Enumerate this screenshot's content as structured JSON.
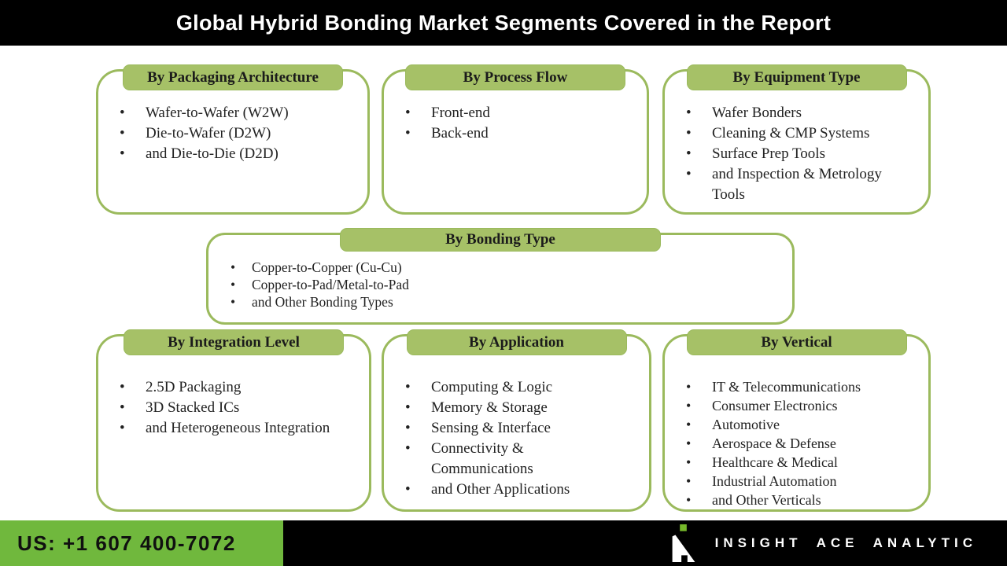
{
  "title": "Global Hybrid Bonding Market Segments Covered in the Report",
  "colors": {
    "bar_black": "#000000",
    "tab_green": "#a6c167",
    "box_border_green": "#9bba5d",
    "footer_green": "#70b83d",
    "header_text": "#1b1b1b",
    "body_text": "#222222",
    "title_text": "#ffffff",
    "brand_text": "#ffffff",
    "logo_green": "#76b82a",
    "canvas_bg": "#ffffff"
  },
  "boxes": [
    {
      "header": "By Packaging Architecture",
      "items": [
        "Wafer-to-Wafer (W2W)",
        "Die-to-Wafer (D2W)",
        "and Die-to-Die (D2D)"
      ]
    },
    {
      "header": "By Process Flow",
      "items": [
        "Front-end",
        "Back-end"
      ]
    },
    {
      "header": "By Equipment Type",
      "items": [
        "Wafer Bonders",
        "Cleaning & CMP Systems",
        "Surface Prep Tools",
        "and Inspection & Metrology Tools"
      ]
    },
    {
      "header": "By Bonding Type",
      "items": [
        "Copper-to-Copper (Cu-Cu)",
        "Copper-to-Pad/Metal-to-Pad",
        "and Other Bonding Types"
      ]
    },
    {
      "header": "By Integration Level",
      "items": [
        "2.5D Packaging",
        "3D Stacked ICs",
        "and Heterogeneous Integration"
      ]
    },
    {
      "header": "By Application",
      "items": [
        "Computing & Logic",
        "Memory & Storage",
        "Sensing & Interface",
        "Connectivity & Communications",
        "and Other Applications"
      ]
    },
    {
      "header": "By Vertical",
      "items": [
        "IT & Telecommunications",
        "Consumer Electronics",
        "Automotive",
        "Aerospace & Defense",
        "Healthcare & Medical",
        "Industrial Automation",
        "and Other Verticals"
      ]
    }
  ],
  "footer": {
    "phone": "US: +1 607 400-7072",
    "brand": "INSIGHT ACE ANALYTIC"
  }
}
